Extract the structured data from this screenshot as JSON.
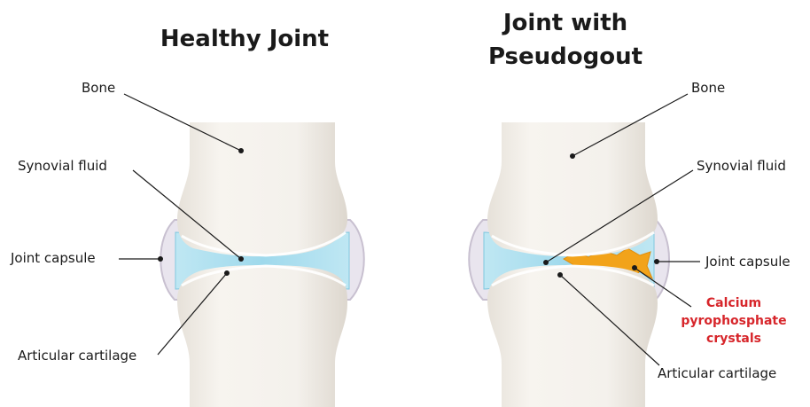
{
  "left": {
    "title": "Healthy Joint",
    "labels": {
      "bone": "Bone",
      "synovial_fluid": "Synovial fluid",
      "joint_capsule": "Joint capsule",
      "articular_cartilage": "Articular cartilage"
    }
  },
  "right": {
    "title_line1": "Joint with",
    "title_line2": "Pseudogout",
    "labels": {
      "bone": "Bone",
      "synovial_fluid": "Synovial fluid",
      "joint_capsule": "Joint capsule",
      "crystals_line1": "Calcium",
      "crystals_line2": "pyrophosphate",
      "crystals_line3": "crystals",
      "articular_cartilage": "Articular cartilage"
    }
  },
  "colors": {
    "bone": "#f4f1ec",
    "bone_shade": "#e2ddd5",
    "fluid": "#a6dced",
    "capsule": "#e6e2ea",
    "capsule_edge": "#c9c2cf",
    "crystals": "#f2a31a",
    "crystal_label": "#d7262b"
  }
}
